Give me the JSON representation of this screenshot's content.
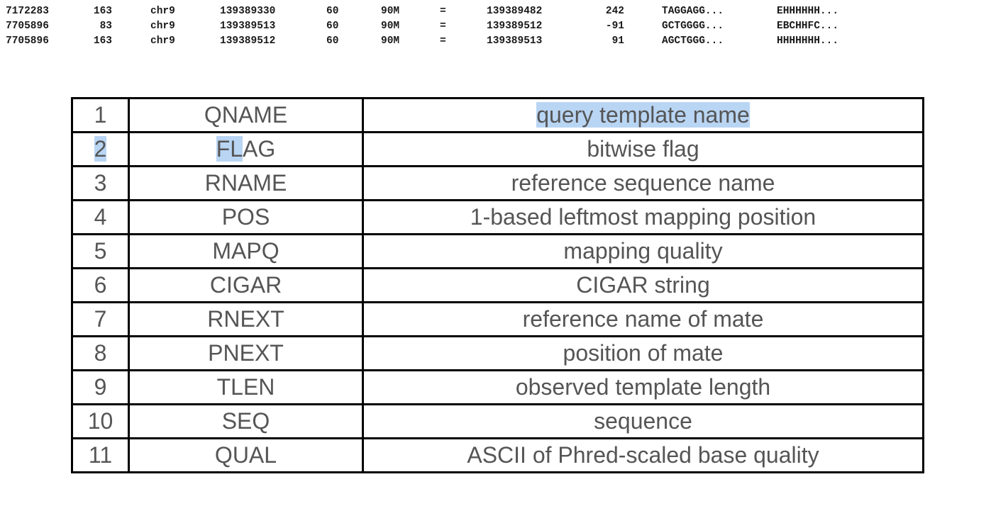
{
  "sam_records": [
    [
      "7172283",
      "163",
      "chr9",
      "139389330",
      "60",
      "90M",
      "=",
      "139389482",
      "242",
      "TAGGAGG...",
      "EHHHHHH..."
    ],
    [
      "7705896",
      "83",
      "chr9",
      "139389513",
      "60",
      "90M",
      "=",
      "139389512",
      "-91",
      "GCTGGGG...",
      "EBCHHFC..."
    ],
    [
      "7705896",
      "163",
      "chr9",
      "139389512",
      "60",
      "90M",
      "=",
      "139389513",
      "91",
      "AGCTGGG...",
      "HHHHHHH..."
    ]
  ],
  "fields": [
    {
      "num": "1",
      "name": "QNAME",
      "desc": "query template name"
    },
    {
      "num": "2",
      "name": "FLAG",
      "name_highlight": "FL",
      "name_rest": "AG",
      "desc": "bitwise flag"
    },
    {
      "num": "3",
      "name": "RNAME",
      "desc": "reference sequence name"
    },
    {
      "num": "4",
      "name": "POS",
      "desc": "1-based leftmost mapping position"
    },
    {
      "num": "5",
      "name": "MAPQ",
      "desc": "mapping quality"
    },
    {
      "num": "6",
      "name": "CIGAR",
      "desc": "CIGAR string"
    },
    {
      "num": "7",
      "name": "RNEXT",
      "desc": "reference name of mate"
    },
    {
      "num": "8",
      "name": "PNEXT",
      "desc": "position of mate"
    },
    {
      "num": "9",
      "name": "TLEN",
      "desc": "observed template length"
    },
    {
      "num": "10",
      "name": "SEQ",
      "desc": "sequence"
    },
    {
      "num": "11",
      "name": "QUAL",
      "desc": "ASCII of Phred-scaled base quality"
    }
  ],
  "selection_color": "#b9d5f4"
}
